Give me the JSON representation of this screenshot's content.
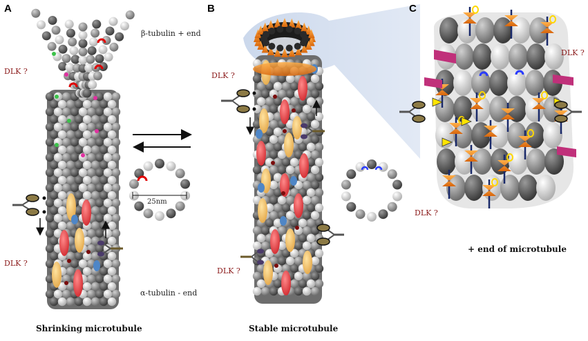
{
  "panels": {
    "a": {
      "letter": "A",
      "caption": "Shrinking microtubule",
      "plus_end_label": "β-tubulin + end",
      "minus_end_label": "α-tubulin - end"
    },
    "b": {
      "letter": "B",
      "caption": "Stable microtubule"
    },
    "c": {
      "letter": "C",
      "caption": "+ end of microtubule"
    }
  },
  "dlk_label": "DLK ?",
  "cross_section_label": "25nm",
  "colors": {
    "tubulin_dark": "#5a5a5a",
    "tubulin_light": "#dcdcdc",
    "kinesin_yellow": "#f2c260",
    "kinesin_red": "#e8474c",
    "cap_orange": "#f08a1c",
    "dlk_text": "#8b1a1a",
    "zoom_fill": "#c9d6ea",
    "motor_olive": "#8c7a45"
  },
  "icons": [
    "arrow-up-icon",
    "arrow-down-icon",
    "equilibrium-arrows-icon",
    "motor-protein-icon"
  ]
}
